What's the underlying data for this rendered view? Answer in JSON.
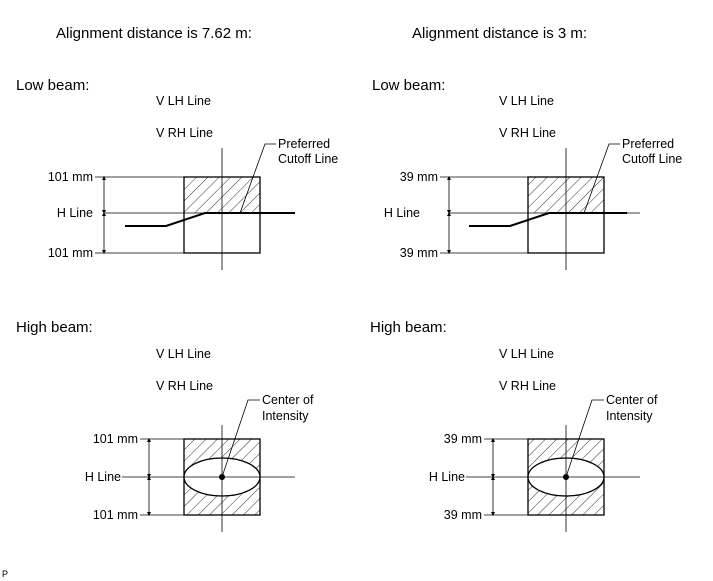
{
  "left": {
    "heading": "Alignment distance is 7.62 m:",
    "low": {
      "title": "Low beam:",
      "vlh": "V LH Line",
      "vrh": "V RH Line",
      "callout_1": "Preferred",
      "callout_2": "Cutoff Line",
      "top_dim": "101 mm",
      "h_line": "H Line",
      "bottom_dim": "101 mm"
    },
    "high": {
      "title": "High beam:",
      "vlh": "V LH Line",
      "vrh": "V RH Line",
      "callout_1": "Center of",
      "callout_2": "Intensity",
      "top_dim": "101 mm",
      "h_line": "H Line",
      "bottom_dim": "101 mm"
    }
  },
  "right": {
    "heading": "Alignment distance is 3 m:",
    "low": {
      "title": "Low beam:",
      "vlh": "V LH Line",
      "vrh": "V RH Line",
      "callout_1": "Preferred",
      "callout_2": "Cutoff Line",
      "top_dim": "39 mm",
      "h_line": "H Line",
      "bottom_dim": "39 mm"
    },
    "high": {
      "title": "High beam:",
      "vlh": "V LH Line",
      "vrh": "V RH Line",
      "callout_1": "Center of",
      "callout_2": "Intensity",
      "top_dim": "39 mm",
      "h_line": "H Line",
      "bottom_dim": "39 mm"
    }
  },
  "footnote": "P"
}
